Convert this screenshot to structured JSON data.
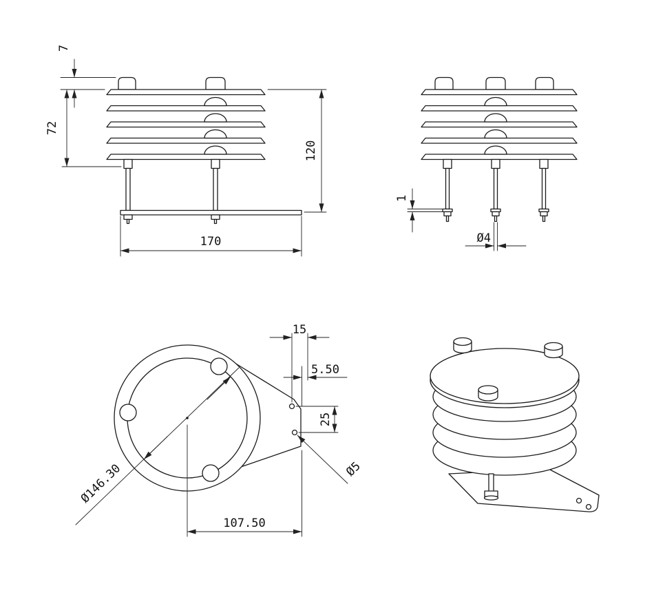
{
  "views": {
    "front": {
      "dim_cap_height": "7",
      "dim_louver_stack": "72",
      "dim_total_height": "120",
      "dim_base_width": "170"
    },
    "side": {
      "dim_washer": "1",
      "dim_rod_dia": "Ø4"
    },
    "bottom": {
      "dim_hole_inset": "15",
      "dim_edge_inset": "5.50",
      "dim_hole_pitch": "25",
      "dim_plate_dia": "Ø146.30",
      "dim_hole_dia": "Ø5",
      "dim_bracket_reach": "107.50"
    }
  }
}
